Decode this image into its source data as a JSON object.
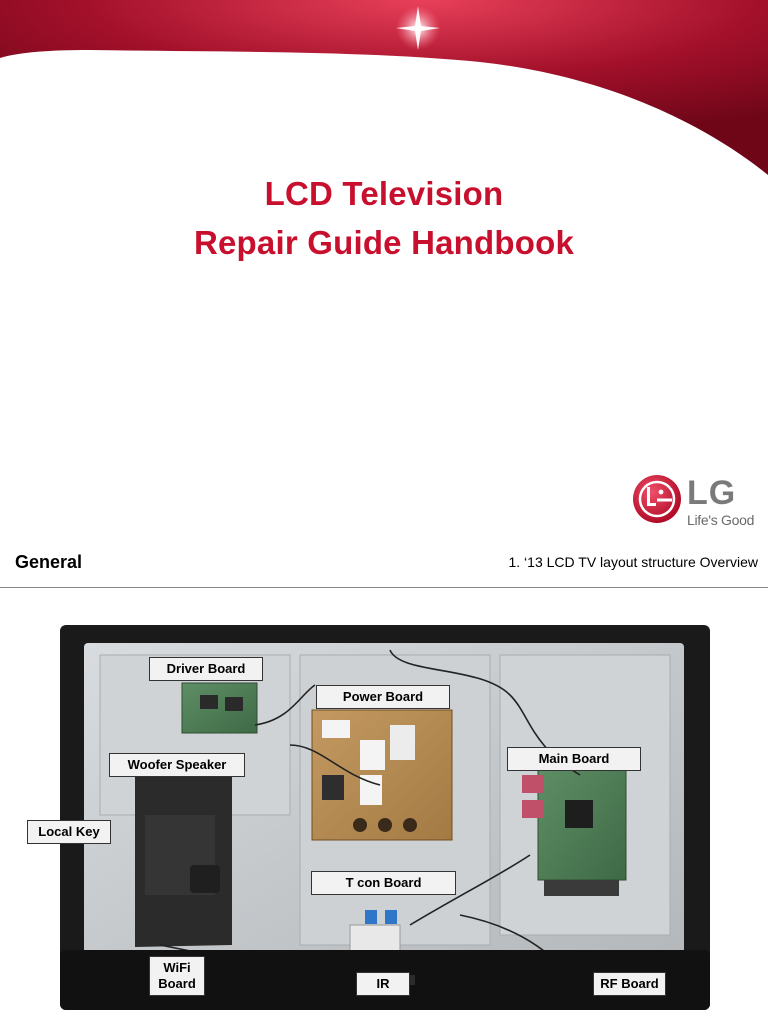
{
  "cover": {
    "title_line1": "LCD Television",
    "title_line2": "Repair Guide Handbook",
    "logo": {
      "icon": "lg-face-logo-icon",
      "wordmark": "LG",
      "tagline": "Life's Good"
    },
    "colors": {
      "brand_red": "#c8102e",
      "logo_gray": "#7a7a7a"
    }
  },
  "section": {
    "title": "General",
    "subtitle": "1. ‘13 LCD TV layout structure Overview"
  },
  "labels": {
    "driver_board": "Driver Board",
    "power_board": "Power Board",
    "woofer_speaker": "Woofer Speaker",
    "main_board": "Main Board",
    "local_key": "Local Key",
    "tcon_board": "T con Board",
    "wifi_line1": "WiFi",
    "wifi_line2": "Board",
    "ir": "IR",
    "rf_board": "RF Board"
  }
}
